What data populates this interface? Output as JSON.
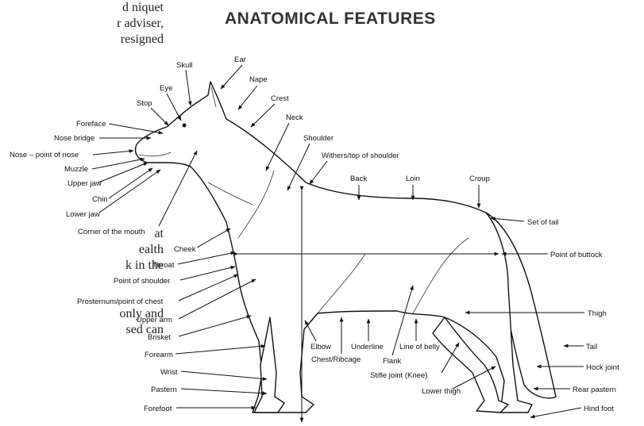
{
  "page": {
    "title": "ANATOMICAL FEATURES",
    "side_text_top": [
      "d niquet",
      "r adviser,",
      "resigned"
    ],
    "side_text_mid": [
      "at",
      "ealth",
      "k in the"
    ],
    "side_text_bot": [
      "only and",
      "sed  can"
    ]
  },
  "labels": {
    "skull": "Skull",
    "ear": "Ear",
    "nape": "Nape",
    "eye": "Eye",
    "crest": "Crest",
    "stop": "Stop",
    "neck": "Neck",
    "foreface": "Foreface",
    "shoulder": "Shoulder",
    "nose_bridge": "Nose bridge",
    "withers": "Withers/top of shoulder",
    "nose": "Nose – point of nose",
    "muzzle": "Muzzle",
    "back": "Back",
    "loin": "Loin",
    "croup": "Croup",
    "upper_jaw": "Upper jaw",
    "chin": "Chin",
    "lower_jaw": "Lower jaw",
    "set_of_tail": "Set of tail",
    "corner_mouth": "Corner of the mouth",
    "cheek": "Cheek",
    "throat": "Throat",
    "point_buttock": "Point of buttock",
    "point_shoulder": "Point of shoulder",
    "prosternum": "Prosternum/point of chest",
    "thigh": "Thigh",
    "upper_arm": "Upper arm",
    "brisket": "Brisket",
    "elbow": "Elbow",
    "underline": "Underline",
    "line_belly": "Line of belly",
    "tail": "Tail",
    "forearm": "Forearm",
    "chest": "Chest/Ribcage",
    "flank": "Flank",
    "hock": "Hock joint",
    "wrist": "Wrist",
    "stifle": "Stifle joint (Knee)",
    "pastern": "Pastern",
    "lower_thigh": "Lower thigh",
    "rear_pastern": "Rear pastern",
    "forefoot": "Forefoot",
    "hind_foot": "Hind foot"
  }
}
